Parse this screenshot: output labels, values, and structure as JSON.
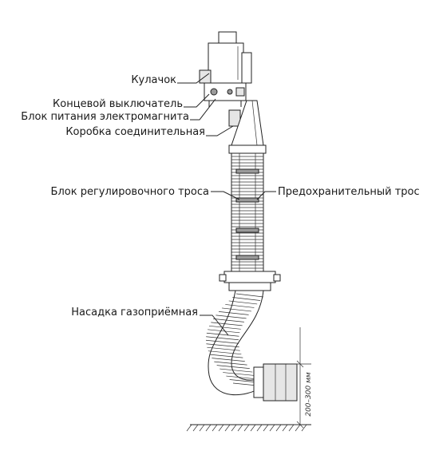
{
  "labels": {
    "cam": "Кулачок",
    "limit_switch": "Концевой выключатель",
    "magnet_power": "Блок питания электромагнита",
    "junction_box": "Коробка соединительная",
    "cable_unit": "Блок регулировочного троса",
    "safety_cable": "Предохранительный трос",
    "nozzle": "Насадка газоприёмная"
  },
  "dimension": {
    "height_range": "200–300 мм"
  }
}
